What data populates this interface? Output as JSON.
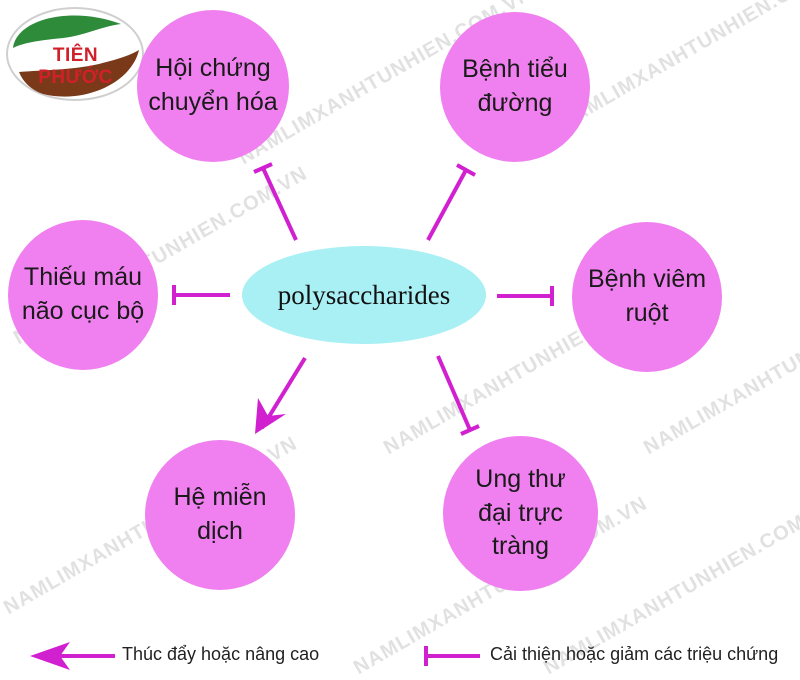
{
  "logo": {
    "text": "TIÊN PHƯỚC",
    "brand_colors": [
      "#2e8b3a",
      "#7a3a1a",
      "#d0202a"
    ]
  },
  "center": {
    "label": "polysaccharides"
  },
  "nodes": [
    {
      "id": "metabolic",
      "label": "Hội chứng\nchuyển hóa",
      "effect": "inhibit"
    },
    {
      "id": "diabetes",
      "label": "Bệnh tiểu\nđường",
      "effect": "inhibit"
    },
    {
      "id": "ischemia",
      "label": "Thiếu máu\nnão cục bộ",
      "effect": "inhibit"
    },
    {
      "id": "ibd",
      "label": "Bệnh viêm\nruột",
      "effect": "inhibit"
    },
    {
      "id": "immune",
      "label": "Hệ miễn dịch",
      "effect": "promote"
    },
    {
      "id": "cancer",
      "label": "Ung thư\nđại trực tràng",
      "effect": "inhibit"
    }
  ],
  "legend": {
    "promote": "Thúc đẩy hoặc nâng cao",
    "inhibit": "Cải thiện hoặc giảm các triệu chứng"
  },
  "watermark": "NAMLIMXANHTUNHIEN.COM.VN",
  "colors": {
    "node": "#f080f0",
    "center": "#a8f0f4",
    "edge": "#d020d0"
  }
}
